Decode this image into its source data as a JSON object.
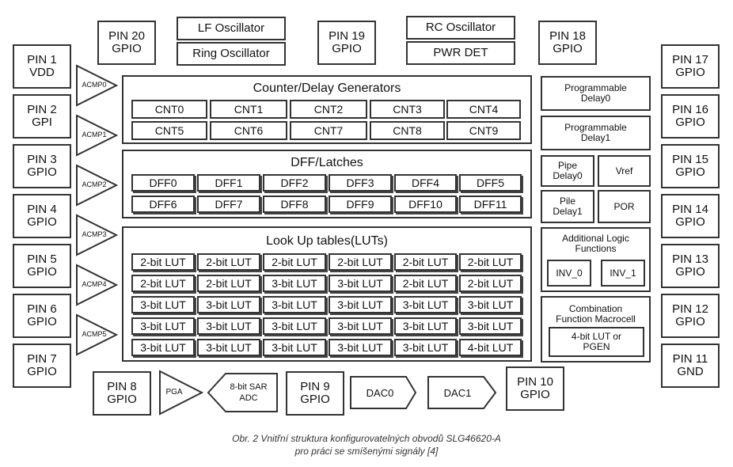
{
  "pins": {
    "p1": {
      "name": "PIN 1",
      "fn": "VDD"
    },
    "p2": {
      "name": "PIN 2",
      "fn": "GPI"
    },
    "p3": {
      "name": "PIN 3",
      "fn": "GPIO"
    },
    "p4": {
      "name": "PIN 4",
      "fn": "GPIO"
    },
    "p5": {
      "name": "PIN 5",
      "fn": "GPIO"
    },
    "p6": {
      "name": "PIN 6",
      "fn": "GPIO"
    },
    "p7": {
      "name": "PIN 7",
      "fn": "GPIO"
    },
    "p8": {
      "name": "PIN 8",
      "fn": "GPIO"
    },
    "p9": {
      "name": "PIN 9",
      "fn": "GPIO"
    },
    "p10": {
      "name": "PIN 10",
      "fn": "GPIO"
    },
    "p11": {
      "name": "PIN 11",
      "fn": "GND"
    },
    "p12": {
      "name": "PIN 12",
      "fn": "GPIO"
    },
    "p13": {
      "name": "PIN 13",
      "fn": "GPIO"
    },
    "p14": {
      "name": "PIN 14",
      "fn": "GPIO"
    },
    "p15": {
      "name": "PIN 15",
      "fn": "GPIO"
    },
    "p16": {
      "name": "PIN 16",
      "fn": "GPIO"
    },
    "p17": {
      "name": "PIN 17",
      "fn": "GPIO"
    },
    "p18": {
      "name": "PIN 18",
      "fn": "GPIO"
    },
    "p19": {
      "name": "PIN 19",
      "fn": "GPIO"
    },
    "p20": {
      "name": "PIN 20",
      "fn": "GPIO"
    }
  },
  "oscillators": {
    "lf": "LF Oscillator",
    "ring": "Ring Oscillator",
    "rc": "RC Oscillator",
    "pwr": "PWR DET"
  },
  "acmp": [
    "ACMP0",
    "ACMP1",
    "ACMP2",
    "ACMP3",
    "ACMP4",
    "ACMP5"
  ],
  "counters": {
    "title": "Counter/Delay Generators",
    "row1": [
      "CNT0",
      "CNT1",
      "CNT2",
      "CNT3",
      "CNT4"
    ],
    "row2": [
      "CNT5",
      "CNT6",
      "CNT7",
      "CNT8",
      "CNT9"
    ]
  },
  "dff": {
    "title": "DFF/Latches",
    "row1": [
      "DFF0",
      "DFF1",
      "DFF2",
      "DFF3",
      "DFF4",
      "DFF5"
    ],
    "row2": [
      "DFF6",
      "DFF7",
      "DFF8",
      "DFF9",
      "DFF10",
      "DFF11"
    ]
  },
  "luts": {
    "title": "Look Up tables(LUTs)",
    "rows": [
      [
        "2-bit LUT",
        "2-bit LUT",
        "2-bit LUT",
        "2-bit LUT",
        "2-bit LUT",
        "2-bit LUT"
      ],
      [
        "2-bit LUT",
        "2-bit LUT",
        "3-bit LUT",
        "3-bit LUT",
        "2-bit LUT",
        "2-bit LUT"
      ],
      [
        "3-bit LUT",
        "3-bit LUT",
        "3-bit LUT",
        "3-bit LUT",
        "3-bit LUT",
        "3-bit LUT"
      ],
      [
        "3-bit LUT",
        "3-bit LUT",
        "3-bit LUT",
        "3-bit LUT",
        "3-bit LUT",
        "3-bit LUT"
      ],
      [
        "3-bit LUT",
        "3-bit LUT",
        "3-bit LUT",
        "3-bit LUT",
        "3-bit LUT",
        "4-bit LUT"
      ]
    ]
  },
  "right": {
    "pd0a": "Programmable",
    "pd0b": "Delay0",
    "pd1a": "Programmable",
    "pd1b": "Delay1",
    "pipe_a": "Pipe",
    "pipe_b": "Delay0",
    "vref": "Vref",
    "pile_a": "Pile",
    "pile_b": "Delay1",
    "por": "POR",
    "addl_a": "Additional Logic",
    "addl_b": "Functions",
    "inv0": "INV_0",
    "inv1": "INV_1",
    "comb_a": "Combination",
    "comb_b": "Function Macrocell",
    "lut4_a": "4-bit LUT or",
    "lut4_b": "PGEN"
  },
  "bottom": {
    "pga": "PGA",
    "adc_a": "8-bit SAR",
    "adc_b": "ADC",
    "dac0": "DAC0",
    "dac1": "DAC1"
  },
  "caption": {
    "line1": "Obr. 2  Vnitřní struktura konfigurovatelných obvodů SLG46620-A",
    "line2": "pro práci se smíšenými signály [4]"
  }
}
